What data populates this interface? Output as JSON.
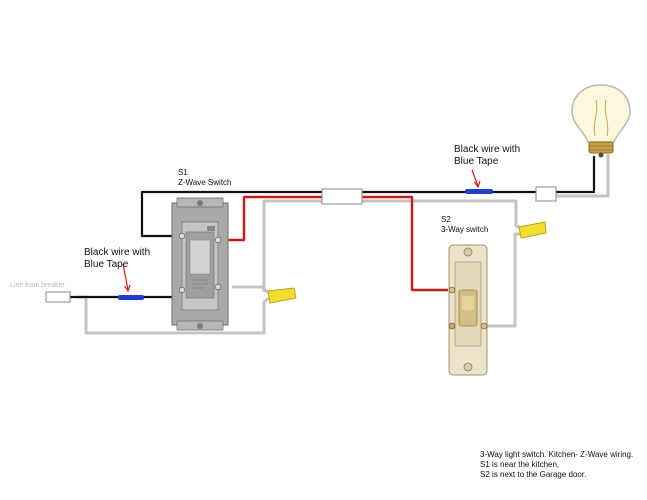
{
  "labels": {
    "s1_id": "S1",
    "s1_type": "Z-Wave Switch",
    "s2_id": "S2",
    "s2_type": "3-Way switch",
    "tape_left_line1": "Black wire with",
    "tape_left_line2": "Blue Tape",
    "tape_right_line1": "Black wire with",
    "tape_right_line2": "Blue Tape",
    "line_from_breaker": "Line from breaker"
  },
  "notes": [
    "3-Way light switch. Kitchen- Z-Wave wiring.",
    "S1 is near the kitchen,",
    "S2 is next to the Garage door."
  ],
  "colors": {
    "hot_black": "#111111",
    "traveler_red": "#d01818",
    "neutral_white": "#c8c8c8",
    "tape_blue": "#1c3fd6",
    "wire_nut_yellow": "#f2df2a",
    "arrow_red": "#d42020",
    "switch_body": "#e6dcc2",
    "zwave_body": "#a9a9a9"
  }
}
